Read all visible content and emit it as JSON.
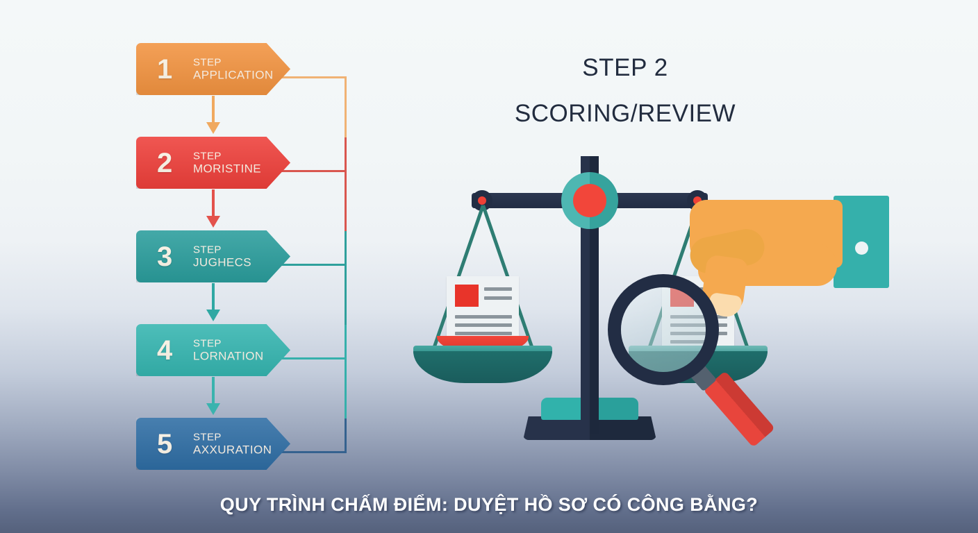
{
  "flow": {
    "steps": [
      {
        "number": "1",
        "line1": "STEP",
        "line2": "APPLICATION",
        "color": "#f29340"
      },
      {
        "number": "2",
        "line1": "STEP",
        "line2": "MORISTINE",
        "color": "#ee3f3a"
      },
      {
        "number": "3",
        "line1": "STEP",
        "line2": "JUGHECS",
        "color": "#2a9d9c"
      },
      {
        "number": "4",
        "line1": "STEP",
        "line2": "LORNATION",
        "color": "#35b5b0"
      },
      {
        "number": "5",
        "line1": "STEP",
        "line2": "AXXURATION",
        "color": "#2e6da4"
      }
    ]
  },
  "heading": {
    "line1": "STEP 2",
    "line2": "SCORING/REVIEW"
  },
  "caption": {
    "text": "QUY TRÌNH CHẤM ĐIỂM: DUYỆT HỒ SƠ CÓ CÔNG BẰNG?"
  },
  "illustration": {
    "name": "justice-scales-with-magnifier",
    "colors": {
      "post": "#27324a",
      "beam": "#2b3750",
      "hub_outer": "#3aafa9",
      "hub_inner": "#f2463a",
      "pan": "#1f6e6b",
      "pan_rim": "#47a8a2",
      "pan_red": "#f2463a",
      "hand": "#f5a94f",
      "cuff": "#35b0ab",
      "magnifier_ring": "#222d44",
      "magnifier_handle": "#e8453c",
      "document": "#eef2f4",
      "document_stamp": "#e8342a"
    }
  },
  "background": {
    "gradient_top": "#f4f8f9",
    "gradient_bottom": "#55617c"
  }
}
